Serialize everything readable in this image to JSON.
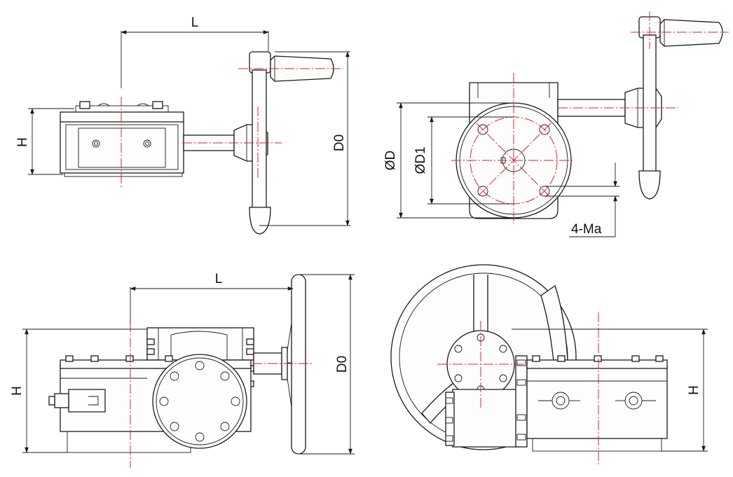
{
  "colors": {
    "outline": "#1a1a1a",
    "centerline": "#e0222a",
    "background": "#ffffff"
  },
  "labels": {
    "top_left_length": "L",
    "top_left_height": "H",
    "top_left_handwheel_dia": "D0",
    "top_right_flange_dia": "ØD",
    "top_right_bolt_circle": "ØD1",
    "top_right_bolt_holes": "4-Ma",
    "bottom_left_length": "L",
    "bottom_left_height": "H",
    "bottom_left_handwheel_dia": "D0",
    "bottom_right_height": "H"
  }
}
